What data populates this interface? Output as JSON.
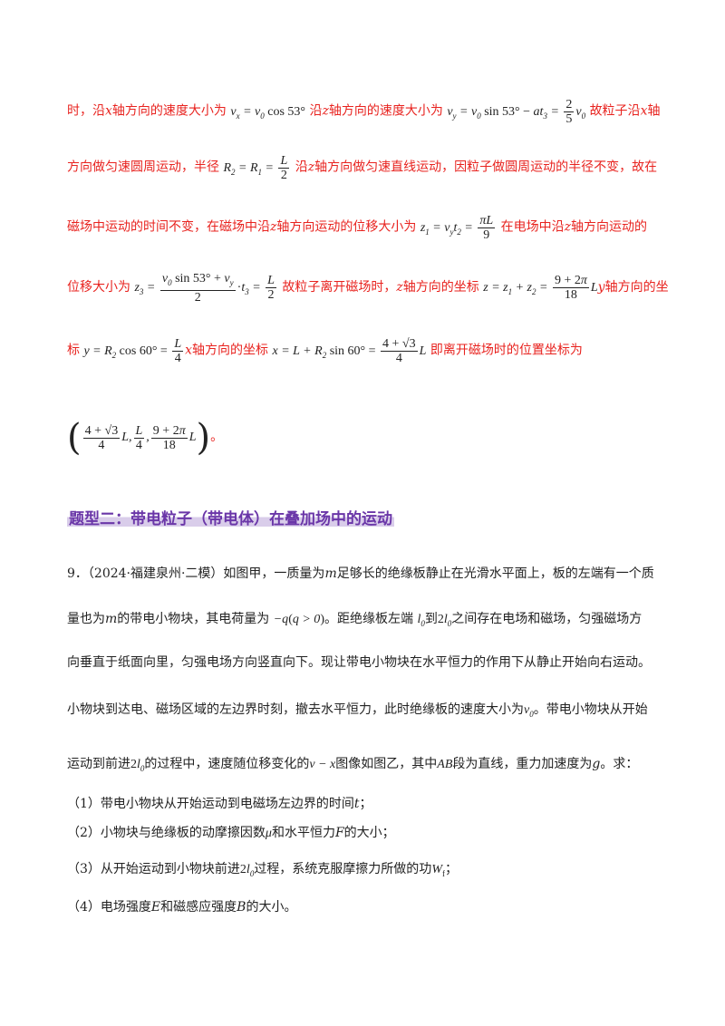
{
  "solution": {
    "l1_a": "时，沿",
    "l1_b": "x",
    "l1_c": "轴方向的速度大小为",
    "l1_d": "沿",
    "l1_e": "z",
    "l1_f": "轴方向的速度大小为",
    "l1_g": "故粒子沿",
    "l1_h": "x",
    "l1_i": "轴",
    "l2_a": "方向做匀速圆周运动，半径",
    "l2_b": "沿",
    "l2_c": "z",
    "l2_d": "轴方向做匀速直线运动，因粒子做圆周运动的半径不变，故在",
    "l3_a": "磁场中运动的时间不变，在磁场中沿",
    "l3_b": "z",
    "l3_c": "轴方向运动的位移大小为",
    "l3_d": "在电场中沿",
    "l3_e": "z",
    "l3_f": "轴方向运动的",
    "l4_a": "位移大小为",
    "l4_b": "故粒子离开磁场时，",
    "l4_c": "z",
    "l4_d": "轴方向的坐标",
    "l4_e": "y",
    "l4_f": "轴方向的坐",
    "l5_a": "标",
    "l5_b": "x",
    "l5_c": "轴方向的坐标",
    "l5_d": "即离开磁场时的位置坐标为",
    "l6_end": "。"
  },
  "heading": "题型二：带电粒子（带电体）在叠加场中的运动",
  "problem": {
    "p1": "9．（2024·福建泉州·二模）如图甲，一质量为",
    "p1_m": "m",
    "p1_b": "足够长的绝缘板静止在光滑水平面上，板的左端有一个质",
    "p2_a": "量也为",
    "p2_m": "m",
    "p2_b": "的带电小物块，其电荷量为",
    "p2_c": "。距绝缘板左端",
    "p2_d": "到",
    "p2_e": "之间存在电场和磁场，匀强磁场方",
    "p3": "向垂直于纸面向里，匀强电场方向竖直向下。现让带电小物块在水平恒力的作用下从静止开始向右运动。",
    "p4_a": "小物块到达电、磁场区域的左边界时刻，撤去水平恒力，此时绝缘板的速度大小为",
    "p4_b": "。带电小物块从开始",
    "p5_a": "运动到前进",
    "p5_b": "的过程中，速度随位移变化的",
    "p5_c": "图像如图乙，其中",
    "p5_d": "段为直线，重力加速度为",
    "p5_g": "g",
    "p5_e": "。求：",
    "q1_a": "（1）带电小物块从开始运动到电磁场左边界的时间",
    "q1_t": "t",
    "q1_b": "；",
    "q2_a": "（2）小物块与绝缘板的动摩擦因数",
    "q2_b": "和水平恒力",
    "q2_f": "F",
    "q2_c": "的大小；",
    "q3_a": "（3）从开始运动到小物块前进",
    "q3_b": "过程，系统克服摩擦力所做的功",
    "q3_c": "；",
    "q4_a": "（4）电场强度",
    "q4_e": "E",
    "q4_b": "和磁感应强度",
    "q4_bb": "B",
    "q4_c": "的大小。"
  }
}
